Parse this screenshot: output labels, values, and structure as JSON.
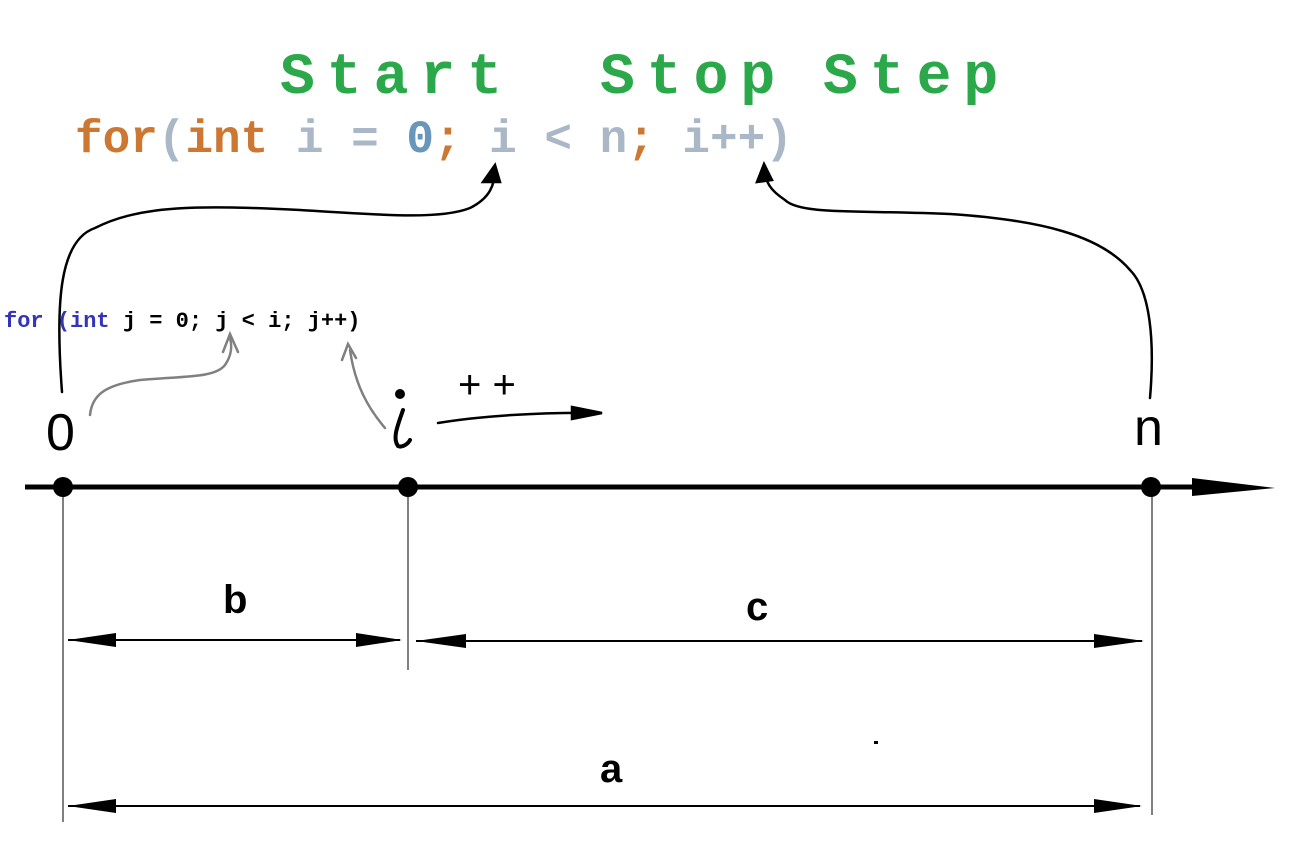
{
  "header": {
    "start": "Start",
    "stop": "Stop",
    "step": "Step",
    "color": "#2aa84a"
  },
  "outer_loop": {
    "kw_for": "for",
    "paren_open": "(",
    "kw_int": "int",
    "var_decl": "i =",
    "init": "0",
    "semi1": ";",
    "cond_var": "i <",
    "limit": "n",
    "semi2": ";",
    "step": "i++",
    "paren_close": ")",
    "colors": {
      "keyword": "#cc7832",
      "plain": "#a9b7c6",
      "number": "#6897bb"
    }
  },
  "inner_loop": {
    "kw_for": "for",
    "kw_open": "(int",
    "decl": "j =",
    "init": "0",
    "mid": "; j <",
    "limit": "i",
    "end": "; j++)",
    "colors": {
      "keyword": "#3333bb",
      "plain": "#000000"
    }
  },
  "number_line": {
    "label_zero": "0",
    "label_i": "i",
    "label_n": "n",
    "increment": "+ +"
  },
  "dimensions": {
    "b": "b",
    "c": "c",
    "a": "a"
  }
}
